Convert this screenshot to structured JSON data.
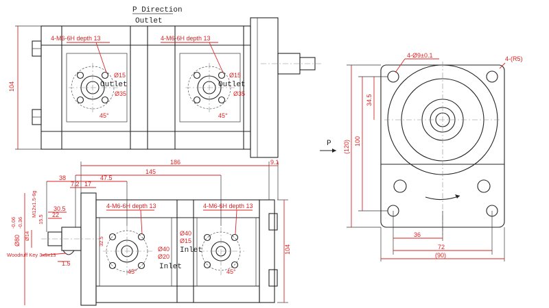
{
  "top_view": {
    "title": "P Direction",
    "subtitle": "Outlet",
    "port1_thread": "4-M6-6H depth 13",
    "port2_thread": "4-M6-6H depth 13",
    "port1_d1": "Ø15",
    "port1_label": "Outlet",
    "port1_d2": "Ø35",
    "port1_angle": "45°",
    "port2_d1": "Ø15",
    "port2_label": "Outlet",
    "port2_d2": "Ø35",
    "port2_angle": "45°",
    "height": "104"
  },
  "bottom_view": {
    "overall_length": "186",
    "tail_len": "9.1",
    "span_145": "145",
    "span_47_5": "47.5",
    "dim_38": "38",
    "dim_7_2": "7.2",
    "dim_17": "17",
    "port1_thread": "4-M6-6H depth 13",
    "port2_thread": "4-M6-6H depth 13",
    "port1_d1": "Ø40",
    "port1_d2": "Ø20",
    "port1_label": "Inlet",
    "port1_angle": "45°",
    "port2_d1": "Ø40",
    "port2_d2": "Ø15",
    "port2_label": "Inlet",
    "port2_angle": "45°",
    "dim_30_5": "30.5",
    "dim_22": "22",
    "thread_shaft": "M12x1.5-6g",
    "dim_15_5": "15.5",
    "pilot_dia": "Ø80",
    "pilot_tol_upper": "-0.06",
    "pilot_tol_lower": "-0.36",
    "shaft_dia": "Ø14",
    "key_label": "Woodruff Key 3x5x13",
    "dim_1_5": "1.5",
    "dim_32_5": "32.5",
    "height": "104"
  },
  "end_view": {
    "direction_label": "P",
    "holes": "4-Ø9±0.1",
    "corner_radius": "4-(R5)",
    "dim_34_5": "34.5",
    "dim_100": "100",
    "dim_120": "(120)",
    "dim_36": "36",
    "dim_72": "72",
    "dim_90": "(90)"
  }
}
